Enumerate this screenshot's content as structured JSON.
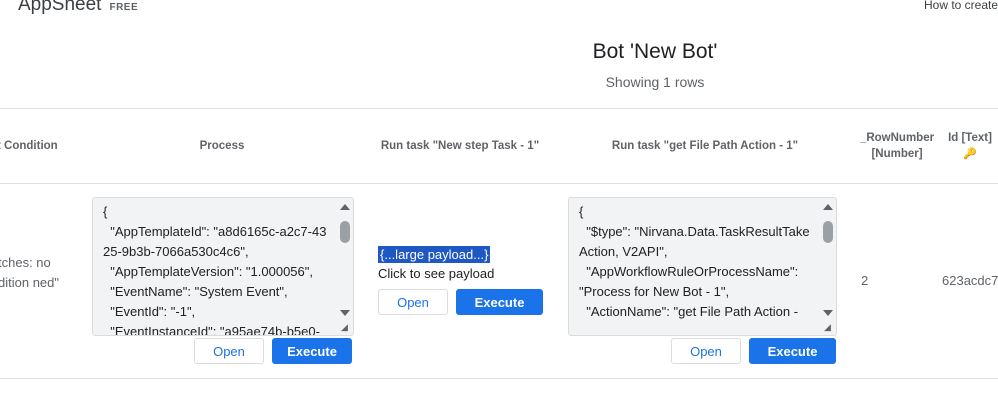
{
  "app": {
    "name": "AppSheet",
    "plan": "FREE",
    "help_link": "How to create"
  },
  "page": {
    "title": "Bot 'New Bot'",
    "row_count": "Showing 1 rows"
  },
  "table": {
    "headers": {
      "condition": "nt Condition",
      "process": "Process",
      "task1": "Run task \"New step Task - 1\"",
      "task2": "Run task \"get File Path Action - 1\"",
      "rownumber": "_RowNumber [Number]",
      "id": "Id [Text]"
    },
    "row": {
      "condition_text": "tches: no dition ned\"",
      "process_payload": "{\n  \"AppTemplateId\": \"a8d6165c-a2c7-4325-9b3b-7066a530c4c6\",\n  \"AppTemplateVersion\": \"1.000056\",\n  \"EventName\": \"System Event\",\n  \"EventId\": \"-1\",\n  \"EventInstanceId\": \"a95ae74b-b5e0-",
      "task1_link": "{...large payload...}",
      "task1_hint": "Click to see payload",
      "task2_payload": "{\n  \"$type\": \"Nirvana.Data.TaskResultTakeAction, V2API\",\n  \"AppWorkflowRuleOrProcessName\": \"Process for New Bot - 1\",\n  \"ActionName\": \"get File Path Action -",
      "rownumber": "2",
      "id": "623acdc7"
    }
  },
  "buttons": {
    "open": "Open",
    "execute": "Execute"
  },
  "icons": {
    "key": "key-icon",
    "resize": "resize-grip-icon",
    "scroll_up": "scroll-up-icon",
    "scroll_down": "scroll-down-icon"
  },
  "colors": {
    "primary": "#1a73e8",
    "selection": "#1f57c3"
  }
}
